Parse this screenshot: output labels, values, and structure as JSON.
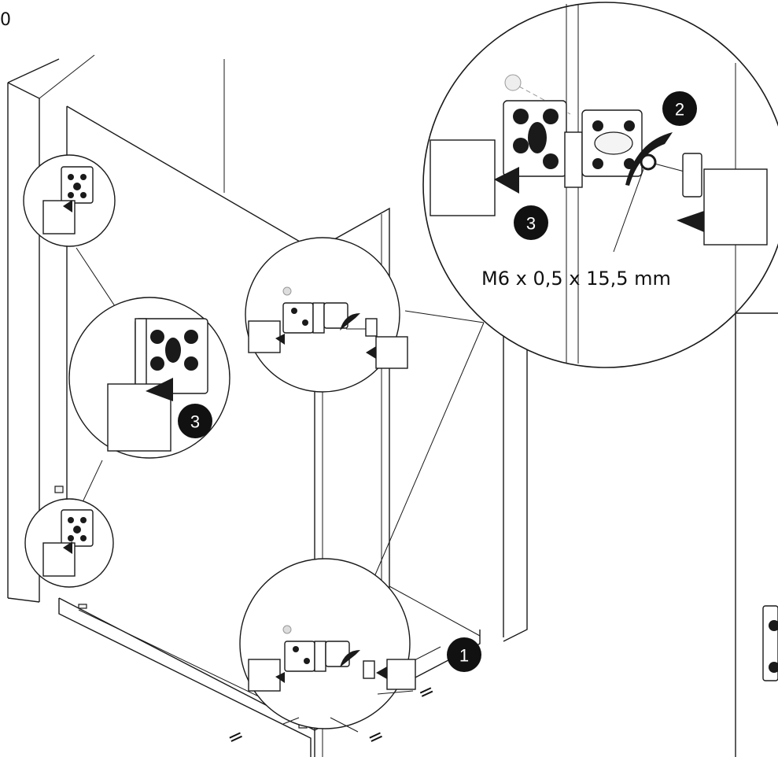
{
  "page_number": "0",
  "steps": {
    "one": "1",
    "two": "2",
    "three": "3"
  },
  "screw_spec": "M6 x 0,5 x 15,5 mm",
  "equal_mark": "="
}
